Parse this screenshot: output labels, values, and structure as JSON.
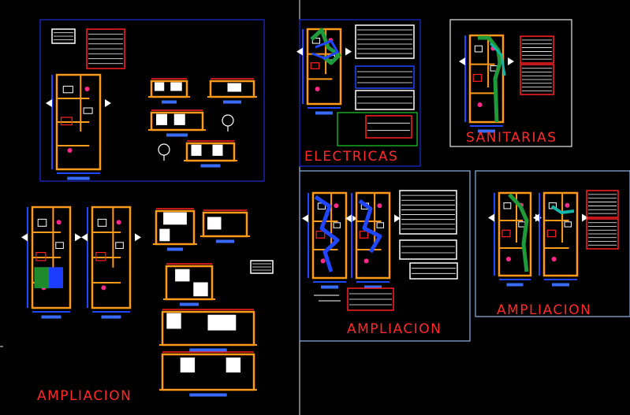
{
  "drawing": {
    "background_color": "#000000",
    "label_color": "#ff2a2a",
    "colors": {
      "wall": "#ff9a1a",
      "blue_frame": "#1a2bd6",
      "light_frame": "#8fb4e6",
      "white_frame": "#e8e8e8",
      "green_frame": "#19d12a",
      "pipe_green": "#1f9a3a",
      "pipe_teal": "#14b5a8",
      "circuit_blue": "#2046ff",
      "table_red": "#ff2020",
      "accent_magenta": "#ff2a8a",
      "title_blue": "#3a6bff"
    }
  },
  "sheets": [
    {
      "id": "planta-principal",
      "label": ""
    },
    {
      "id": "electricas",
      "label": "ELECTRICAS"
    },
    {
      "id": "sanitarias",
      "label": "SANITARIAS"
    },
    {
      "id": "ampliacion-izquierda",
      "label": "AMPLIACION"
    },
    {
      "id": "ampliacion-central",
      "label": "AMPLIACION"
    },
    {
      "id": "ampliacion-derecha",
      "label": "AMPLIACION"
    }
  ]
}
